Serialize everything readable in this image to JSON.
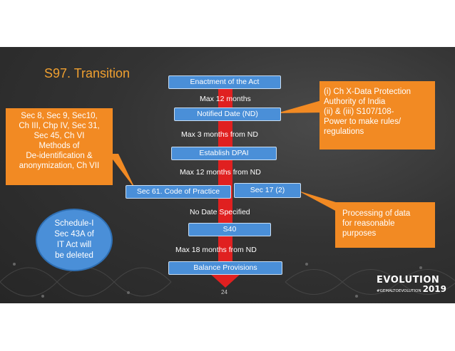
{
  "slide": {
    "title": "S97. Transition",
    "page_number": "24"
  },
  "flow": {
    "steps": [
      "Enactment of the Act",
      "Notified Date (ND)",
      "Establish DPAI",
      "Sec 61. Code of Practice",
      "Sec 17 (2)",
      "S40",
      "Balance Provisions"
    ],
    "gaps": [
      "Max 12 months",
      "Max 3  months from ND",
      "Max 12 months from ND",
      "No Date Specified",
      "Max 18 months from ND"
    ]
  },
  "callouts": {
    "left_lines": [
      "Sec 8, Sec 9, Sec10,",
      "Ch III, Chp IV, Sec 31,",
      "Sec 45, Ch VI",
      "Methods of",
      "De-identification &",
      "anonymization, Ch VII"
    ],
    "right_top_lines": [
      "(i) Ch X-Data Protection",
      "Authority of India",
      "(ii) & (iii) S107/108-",
      "Power to make rules/",
      "regulations"
    ],
    "right_bottom_lines": [
      "Processing of data",
      "for reasonable",
      "purposes"
    ]
  },
  "oval": {
    "lines": [
      "Schedule-I",
      "Sec 43A of",
      "IT Act will",
      "be deleted"
    ]
  },
  "logo": {
    "main": "EVOLUTION",
    "hashtag": "#GEMALTOEVOLUTION",
    "year": "2019"
  },
  "colors": {
    "title": "#f0a030",
    "step_fill": "#4a8fd8",
    "callout": "#f28a23",
    "arrow": "#e02020"
  }
}
